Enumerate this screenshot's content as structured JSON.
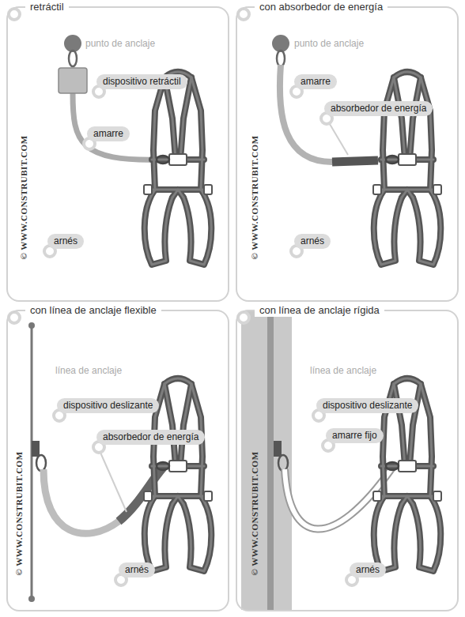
{
  "diagram": {
    "nodes": [
      {
        "text": [
          "retráctil"
        ]
      },
      {
        "text": [
          "dispositivo retráctil"
        ],
        "in": 0
      },
      {
        "text": [
          "amarre"
        ],
        "in": 0
      },
      {
        "text": [
          "arnés"
        ],
        "in": 0
      },
      {
        "text": [
          "con absorbedor de energía"
        ]
      },
      {
        "text": [
          "amarre"
        ],
        "in": 4
      },
      {
        "text": [
          "absorbedor de energía"
        ],
        "in": 4
      },
      {
        "text": [
          "arnés"
        ],
        "in": 4
      },
      {
        "text": [
          "con línea de anclaje flexible"
        ]
      },
      {
        "text": [
          "dispositivo deslizante"
        ],
        "in": 8
      },
      {
        "text": [
          "absorbedor de energía"
        ],
        "in": 8
      },
      {
        "text": [
          "arnés"
        ],
        "in": 8
      },
      {
        "text": [
          "con línea de anclaje rígida"
        ]
      },
      {
        "text": [
          "dispositivo deslizante"
        ],
        "in": 12
      },
      {
        "text": [
          "amarre fijo"
        ],
        "in": 12
      },
      {
        "text": [
          "arnés"
        ],
        "in": 12
      }
    ],
    "labels": [
      "punto de anclaje",
      "punto de anclaje",
      "línea de anclaje",
      "línea de anclaje",
      "© WWW.CONSTRUBIT.COM",
      "© WWW.CONSTRUBIT.COM",
      "© WWW.CONSTRUBIT.COM",
      "© WWW.CONSTRUBIT.COM"
    ]
  }
}
